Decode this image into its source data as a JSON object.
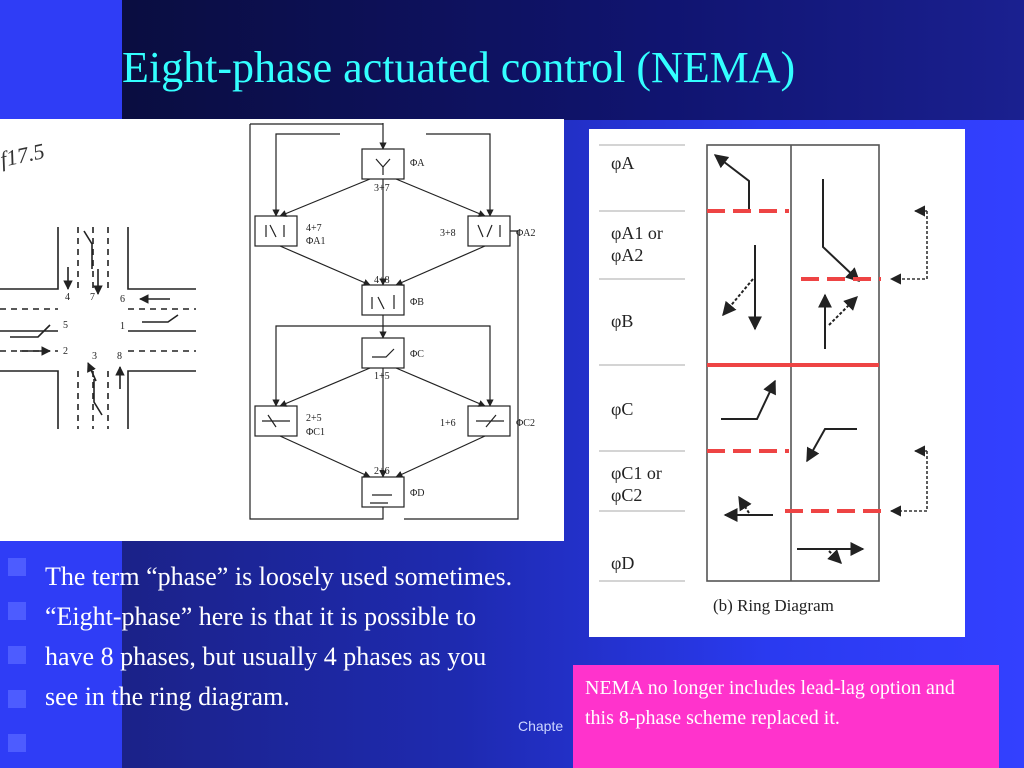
{
  "slide": {
    "title": "Eight-phase actuated control (NEMA)",
    "body_text": "The term “phase” is loosely used sometimes. “Eight-phase” here is that it is possible to have 8 phases, but usually 4 phases as you see in the ring diagram.",
    "footer": "Chapte",
    "note": "NEMA no longer includes lead-lag option and this 8-phase scheme replaced it."
  },
  "colors": {
    "title": "#33ffff",
    "note_bg": "#ff33cc",
    "barrier": "#ee4444"
  },
  "intersection": {
    "handwriting": "f17.5",
    "movements": [
      "4",
      "7",
      "6",
      "5",
      "1",
      "2",
      "3",
      "8"
    ]
  },
  "phase_diagram": {
    "phases": {
      "A": "ΦA",
      "A1": "ΦA1",
      "A2": "ΦA2",
      "B": "ΦB",
      "C": "ΦC",
      "C1": "ΦC1",
      "C2": "ΦC2",
      "D": "ΦD"
    },
    "movement_pairs": {
      "p37": "3+7",
      "p47": "4+7",
      "p38": "3+8",
      "p48": "4+8",
      "p15": "1+5",
      "p25": "2+5",
      "p16": "1+6",
      "p26": "2+6"
    }
  },
  "ring_diagram": {
    "caption": "(b) Ring Diagram",
    "rows": {
      "a": "φA",
      "a1": "φA1 or",
      "a2": "φA2",
      "b": "φB",
      "c": "φC",
      "c1": "φC1 or",
      "c2": "φC2",
      "d": "φD"
    }
  }
}
